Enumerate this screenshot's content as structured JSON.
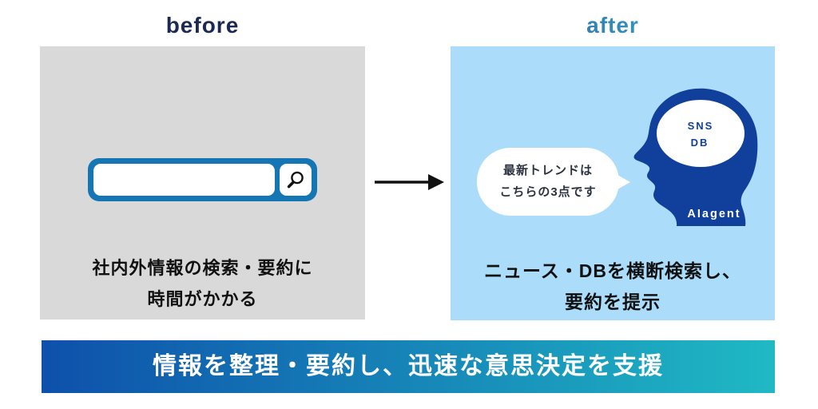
{
  "titles": {
    "before": "before",
    "after": "after"
  },
  "before_panel": {
    "search": {
      "value": "",
      "placeholder": ""
    },
    "caption_line1": "社内外情報の検索・要約に",
    "caption_line2": "時間がかかる"
  },
  "after_panel": {
    "bubble_line1": "最新トレンドは",
    "bubble_line2": "こちらの3点です",
    "head": {
      "brain_line1": "SNS",
      "brain_line2": "DB",
      "label": "AIagent"
    },
    "caption_line1": "ニュース・DBを横断検索し、",
    "caption_line2": "要約を提示"
  },
  "banner": {
    "text": "情報を整理・要約し、迅速な意思決定を支援"
  },
  "icons": {
    "search": "magnifier-icon",
    "arrow": "arrow-right-icon",
    "head": "ai-agent-head-icon"
  },
  "colors": {
    "before_title": "#1b2a55",
    "after_title_gradient_start": "#2a5aa8",
    "after_title_gradient_end": "#3cb8c8",
    "before_panel_bg": "#d9d9d9",
    "after_panel_bg": "#abdcfa",
    "search_bar_blue": "#1576b4",
    "head_blue": "#10409c",
    "banner_gradient_start": "#0e50ab",
    "banner_gradient_end": "#1fb9c4",
    "banner_text": "#ffffff"
  }
}
